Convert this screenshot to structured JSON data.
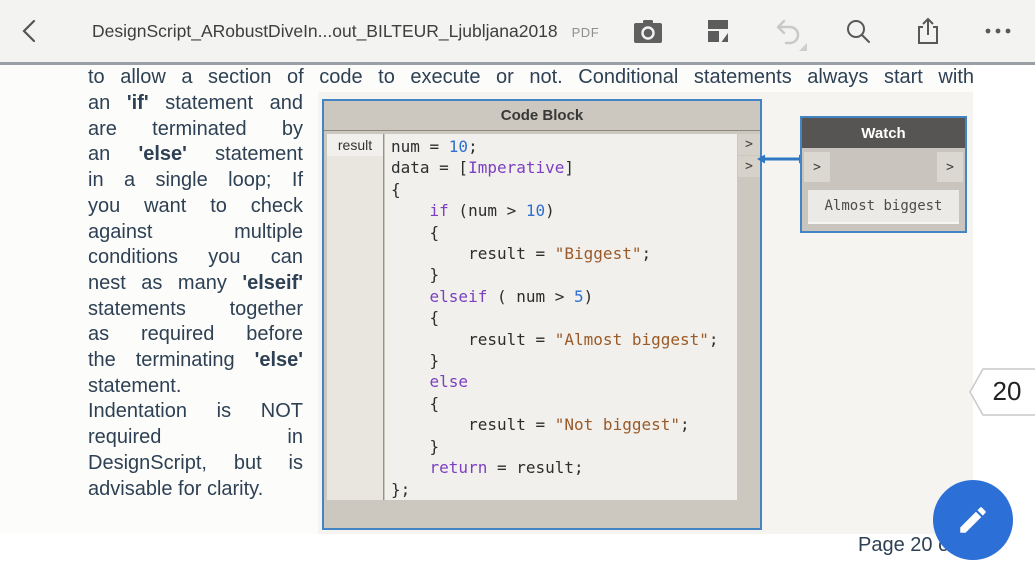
{
  "toolbar": {
    "title": "DesignScript_ARobustDiveIn...out_BILTEUR_Ljubljana2018",
    "file_type": "PDF",
    "icons": [
      "back-chevron",
      "camera",
      "organize-pages",
      "undo",
      "search",
      "share",
      "more"
    ]
  },
  "document": {
    "intro_line": "to allow a section of code to execute or not. Conditional statements always start with",
    "paragraph_lines": [
      {
        "t": "an **'if'** statement and",
        "j": true
      },
      {
        "t": "are terminated by",
        "j": true
      },
      {
        "t": "an **'else'** statement",
        "j": true
      },
      {
        "t": "in a single loop; If",
        "j": true
      },
      {
        "t": "you want to check",
        "j": true
      },
      {
        "t": "against multiple",
        "j": true
      },
      {
        "t": "conditions you can",
        "j": true
      },
      {
        "t": "nest as many **'elseif'**",
        "j": true
      },
      {
        "t": "statements together",
        "j": true
      },
      {
        "t": "as required before",
        "j": true
      },
      {
        "t": "the terminating **'else'**",
        "j": true
      },
      {
        "t": "statement.",
        "j": false
      },
      {
        "t": "Indentation is NOT",
        "j": true
      },
      {
        "t": "required in",
        "j": true
      },
      {
        "t": "DesignScript, but is",
        "j": true
      },
      {
        "t": "advisable for clarity.",
        "j": false
      }
    ],
    "footer": "Page 20 of"
  },
  "code_block": {
    "title": "Code Block",
    "input_label": "result",
    "output_ports": [
      ">",
      ">"
    ],
    "lines": [
      [
        {
          "c": "p",
          "t": "num = "
        },
        {
          "c": "n",
          "t": "10"
        },
        {
          "c": "p",
          "t": ";"
        }
      ],
      [
        {
          "c": "p",
          "t": "data = ["
        },
        {
          "c": "k",
          "t": "Imperative"
        },
        {
          "c": "p",
          "t": "]"
        }
      ],
      [
        {
          "c": "p",
          "t": "{"
        }
      ],
      [
        {
          "c": "p",
          "t": "    "
        },
        {
          "c": "k",
          "t": "if"
        },
        {
          "c": "p",
          "t": " (num > "
        },
        {
          "c": "n",
          "t": "10"
        },
        {
          "c": "p",
          "t": ")"
        }
      ],
      [
        {
          "c": "p",
          "t": "    {"
        }
      ],
      [
        {
          "c": "p",
          "t": "        result = "
        },
        {
          "c": "s",
          "t": "\"Biggest\""
        },
        {
          "c": "p",
          "t": ";"
        }
      ],
      [
        {
          "c": "p",
          "t": "    }"
        }
      ],
      [
        {
          "c": "p",
          "t": "    "
        },
        {
          "c": "k",
          "t": "elseif"
        },
        {
          "c": "p",
          "t": " ( num > "
        },
        {
          "c": "n",
          "t": "5"
        },
        {
          "c": "p",
          "t": ")"
        }
      ],
      [
        {
          "c": "p",
          "t": "    {"
        }
      ],
      [
        {
          "c": "p",
          "t": "        result = "
        },
        {
          "c": "s",
          "t": "\"Almost biggest\""
        },
        {
          "c": "p",
          "t": ";"
        }
      ],
      [
        {
          "c": "p",
          "t": "    }"
        }
      ],
      [
        {
          "c": "p",
          "t": "    "
        },
        {
          "c": "k",
          "t": "else"
        }
      ],
      [
        {
          "c": "p",
          "t": "    {"
        }
      ],
      [
        {
          "c": "p",
          "t": "        result = "
        },
        {
          "c": "s",
          "t": "\"Not biggest\""
        },
        {
          "c": "p",
          "t": ";"
        }
      ],
      [
        {
          "c": "p",
          "t": "    }"
        }
      ],
      [
        {
          "c": "p",
          "t": "    "
        },
        {
          "c": "k",
          "t": "return"
        },
        {
          "c": "p",
          "t": " = result;"
        }
      ],
      [
        {
          "c": "p",
          "t": "};"
        }
      ]
    ]
  },
  "watch": {
    "title": "Watch",
    "input_port": ">",
    "output_port": ">",
    "value": "Almost biggest"
  },
  "page_indicator": "20",
  "colors": {
    "node_border": "#4385c4",
    "wire": "#2f78c4",
    "fab": "#2c6fd6",
    "doc_text": "#2e4154",
    "keyword": "#7b3fc1",
    "number": "#2e6fd0",
    "string": "#9a5a28",
    "watch_header": "#575554"
  }
}
